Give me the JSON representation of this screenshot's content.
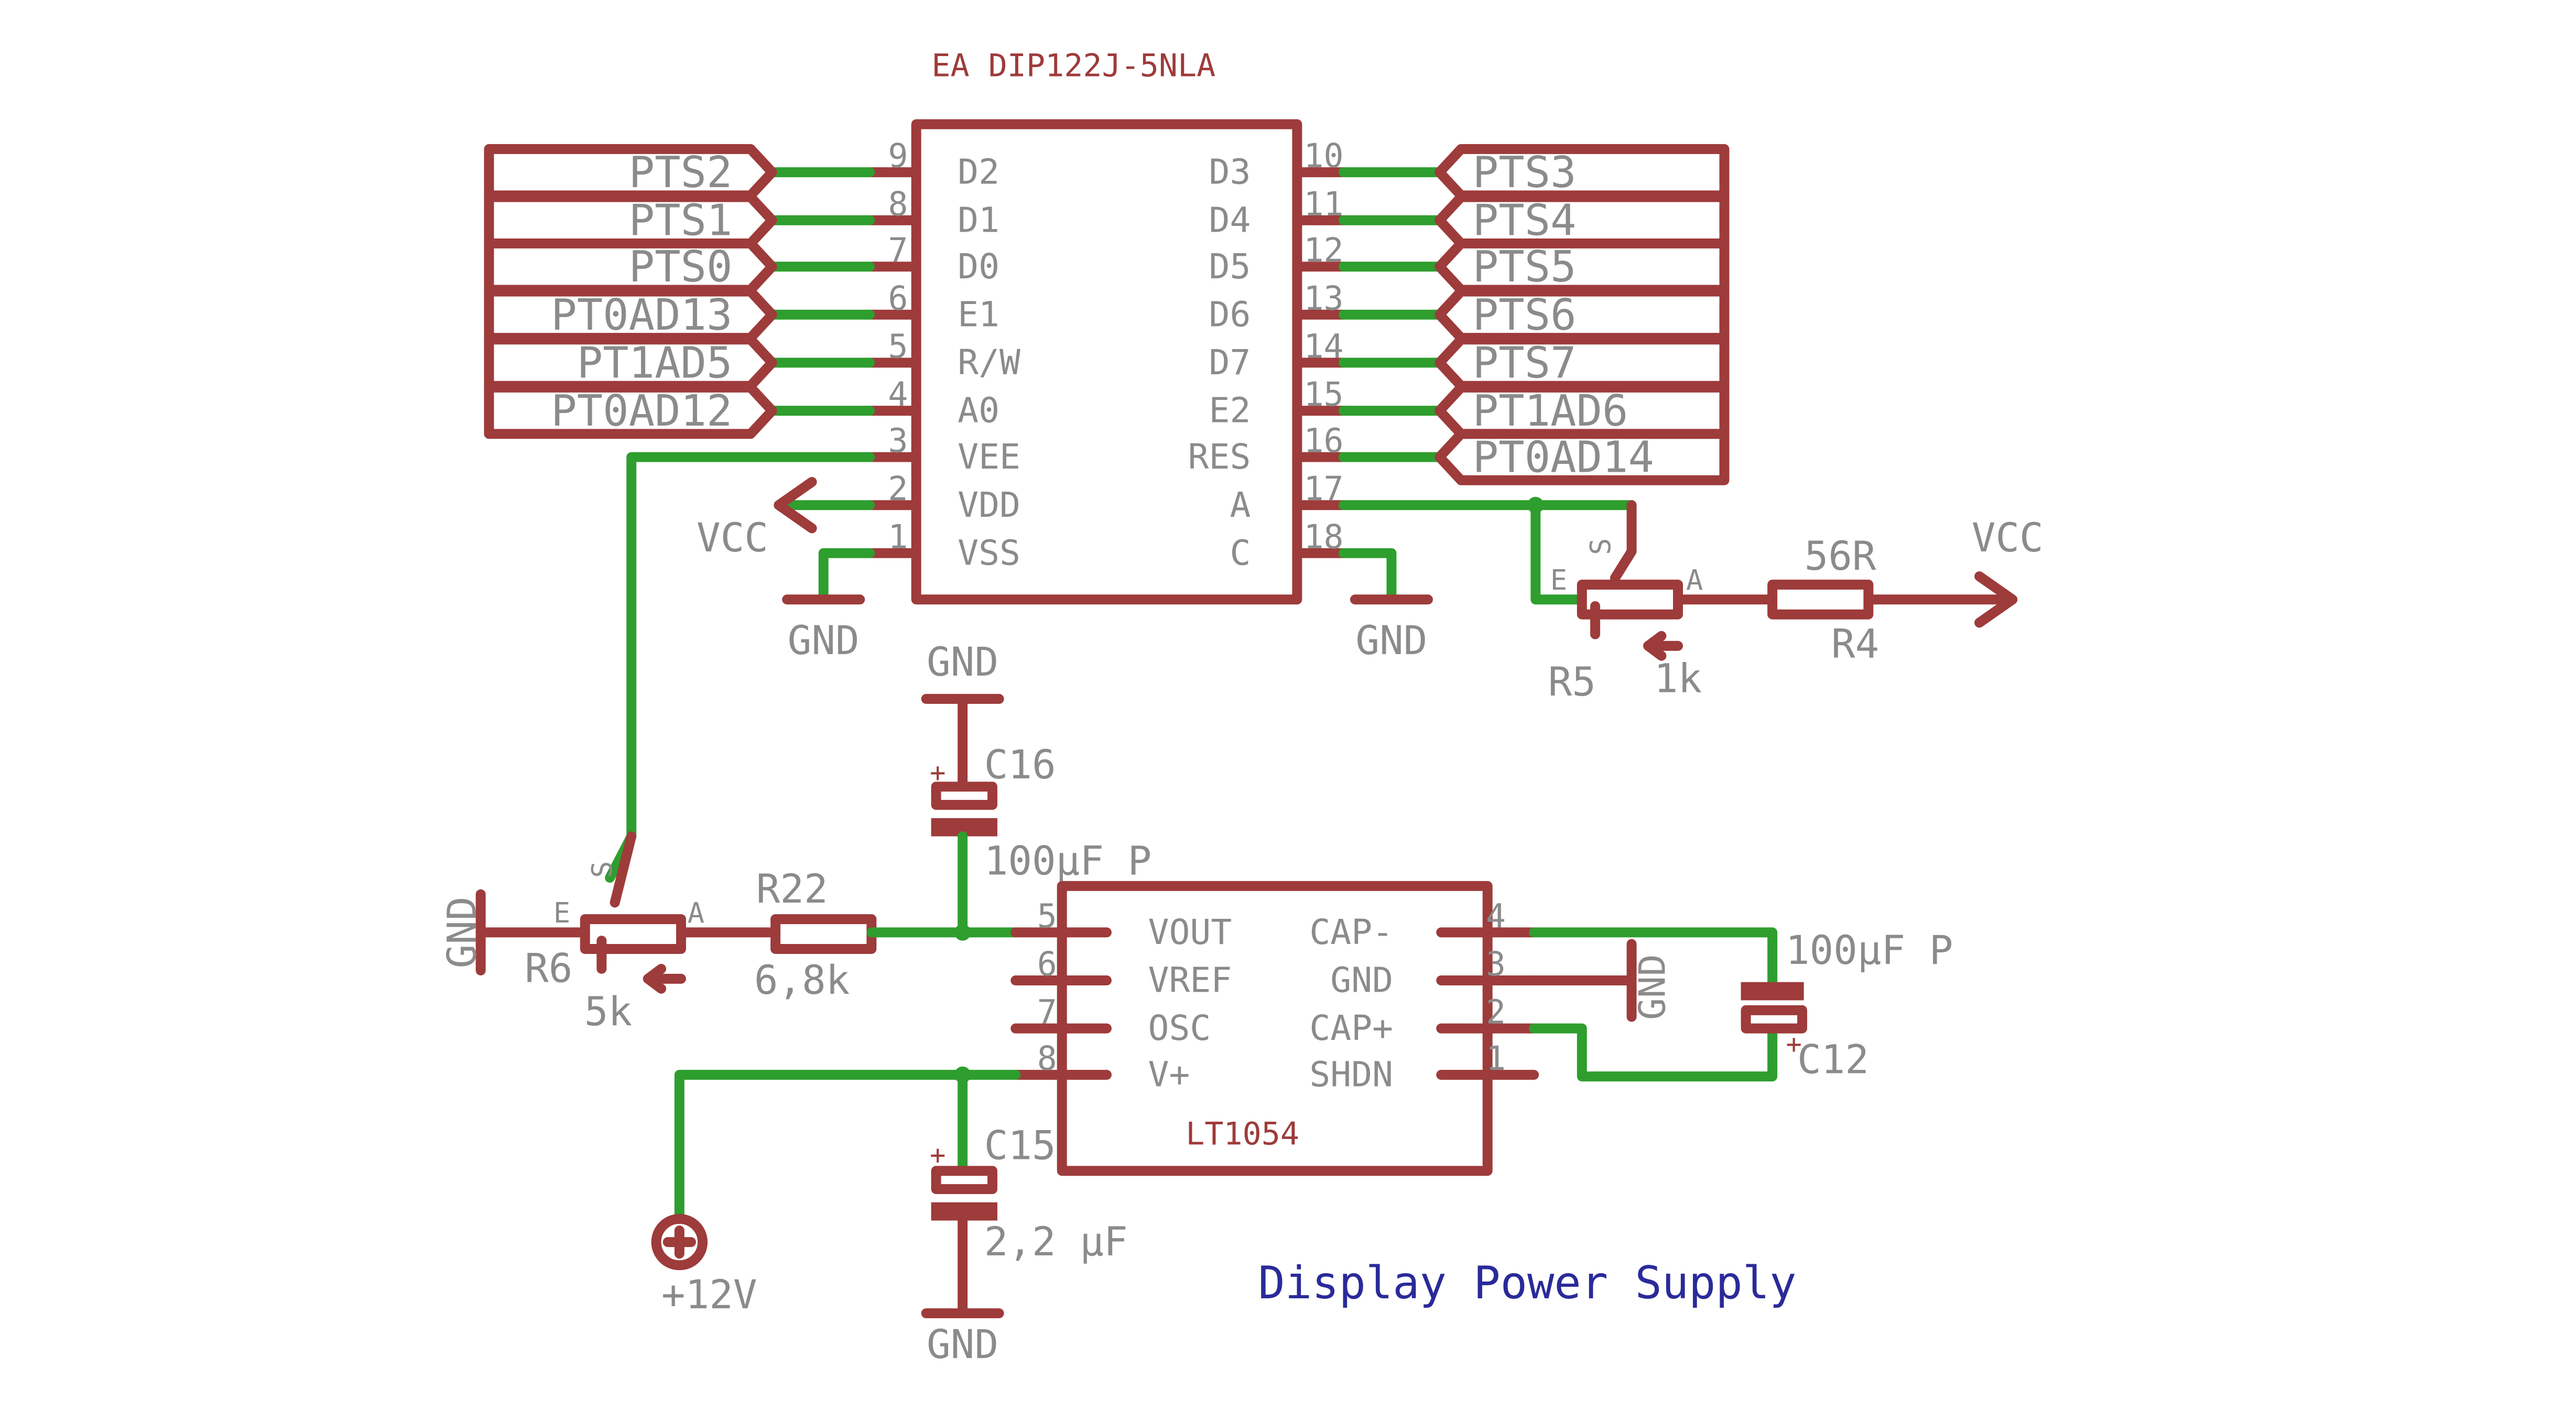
{
  "title": "Display Power Supply",
  "colors": {
    "symbol": "#9e3b3b",
    "wire": "#2e9e2e",
    "label": "#8b8b8b",
    "title": "#2a2a9a"
  },
  "display": {
    "name": "EA DIP122J-5NLA",
    "left_pins": [
      {
        "num": "9",
        "name": "D2",
        "net": "PTS2"
      },
      {
        "num": "8",
        "name": "D1",
        "net": "PTS1"
      },
      {
        "num": "7",
        "name": "D0",
        "net": "PTS0"
      },
      {
        "num": "6",
        "name": "E1",
        "net": "PT0AD13"
      },
      {
        "num": "5",
        "name": "R/W",
        "net": "PT1AD5"
      },
      {
        "num": "4",
        "name": "A0",
        "net": "PT0AD12"
      },
      {
        "num": "3",
        "name": "VEE",
        "net": ""
      },
      {
        "num": "2",
        "name": "VDD",
        "net": ""
      },
      {
        "num": "1",
        "name": "VSS",
        "net": ""
      }
    ],
    "right_pins": [
      {
        "num": "10",
        "name": "D3",
        "net": "PTS3"
      },
      {
        "num": "11",
        "name": "D4",
        "net": "PTS4"
      },
      {
        "num": "12",
        "name": "D5",
        "net": "PTS5"
      },
      {
        "num": "13",
        "name": "D6",
        "net": "PTS6"
      },
      {
        "num": "14",
        "name": "D7",
        "net": "PTS7"
      },
      {
        "num": "15",
        "name": "E2",
        "net": "PT1AD6"
      },
      {
        "num": "16",
        "name": "RES",
        "net": "PT0AD14"
      },
      {
        "num": "17",
        "name": "A",
        "net": ""
      },
      {
        "num": "18",
        "name": "C",
        "net": ""
      }
    ]
  },
  "regulator": {
    "name": "LT1054",
    "left_pins": [
      {
        "num": "5",
        "name": "VOUT"
      },
      {
        "num": "6",
        "name": "VREF"
      },
      {
        "num": "7",
        "name": "OSC"
      },
      {
        "num": "8",
        "name": "V+"
      }
    ],
    "right_pins": [
      {
        "num": "4",
        "name": "CAP-"
      },
      {
        "num": "3",
        "name": "GND"
      },
      {
        "num": "2",
        "name": "CAP+"
      },
      {
        "num": "1",
        "name": "SHDN"
      }
    ]
  },
  "supplies": {
    "vcc_left": "VCC",
    "vcc_right": "VCC",
    "gnd_display_left": "GND",
    "gnd_display_right": "GND",
    "gnd_c16": "GND",
    "gnd_r6": "GND",
    "gnd_reg": "GND",
    "gnd_c15": "GND",
    "plus12": "+12V"
  },
  "components": {
    "r5": {
      "name": "R5",
      "value": "1k",
      "e": "E",
      "a": "A",
      "s": "S"
    },
    "r4": {
      "name": "R4",
      "value": "56R"
    },
    "r6": {
      "name": "R6",
      "value": "5k",
      "e": "E",
      "a": "A",
      "s": "S"
    },
    "r22": {
      "name": "R22",
      "value": "6,8k"
    },
    "c16": {
      "name": "C16",
      "value": "100µF P",
      "plus": "+"
    },
    "c12": {
      "name": "C12",
      "value": "100µF P",
      "plus": "+"
    },
    "c15": {
      "name": "C15",
      "value": "2,2 µF",
      "plus": "+"
    }
  }
}
